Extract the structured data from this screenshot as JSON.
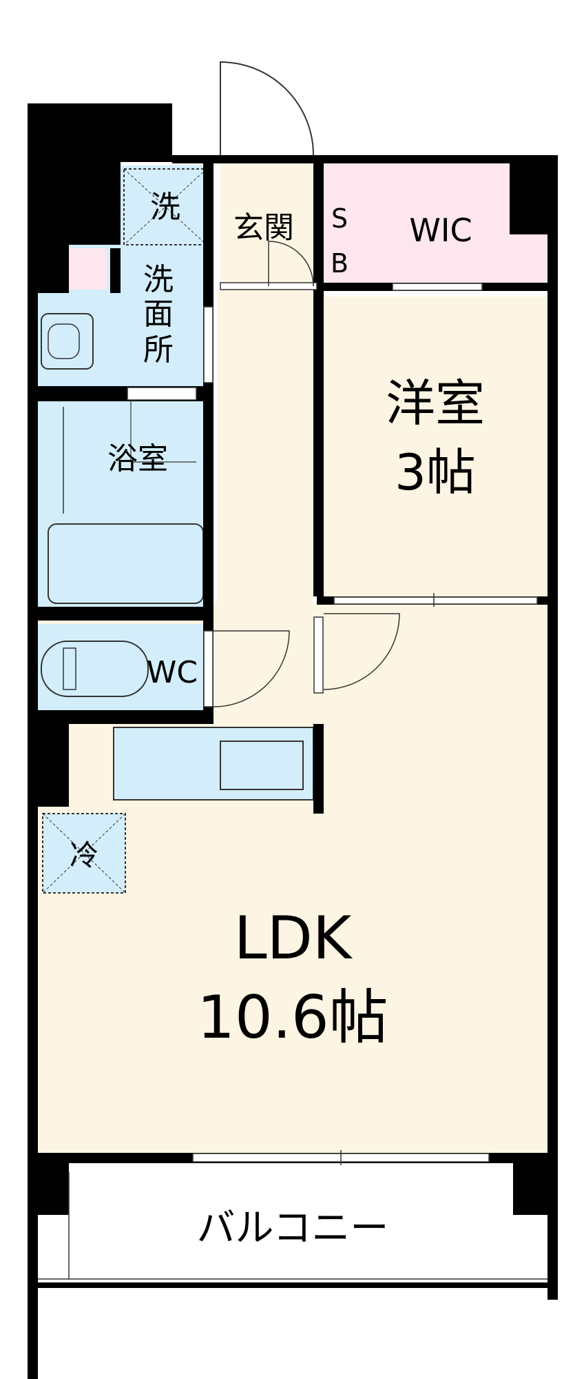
{
  "rooms": {
    "ldk": {
      "name": "LDK",
      "size": "10.6帖"
    },
    "western": {
      "name": "洋室",
      "size": "3帖"
    },
    "wic": "WIC",
    "shoebox_s": "S",
    "shoebox_b": "B",
    "entrance": "玄関",
    "washer": "洗",
    "washroom": [
      "洗",
      "面",
      "所"
    ],
    "bath": "浴室",
    "toilet": "WC",
    "fridge": "冷",
    "balcony": "バルコニー"
  },
  "colors": {
    "wall": "#000000",
    "floor": "#fdf5e3",
    "wet_area": "#d3eefa",
    "closet": "#fde6ee",
    "fixture_stroke": "#333333"
  }
}
